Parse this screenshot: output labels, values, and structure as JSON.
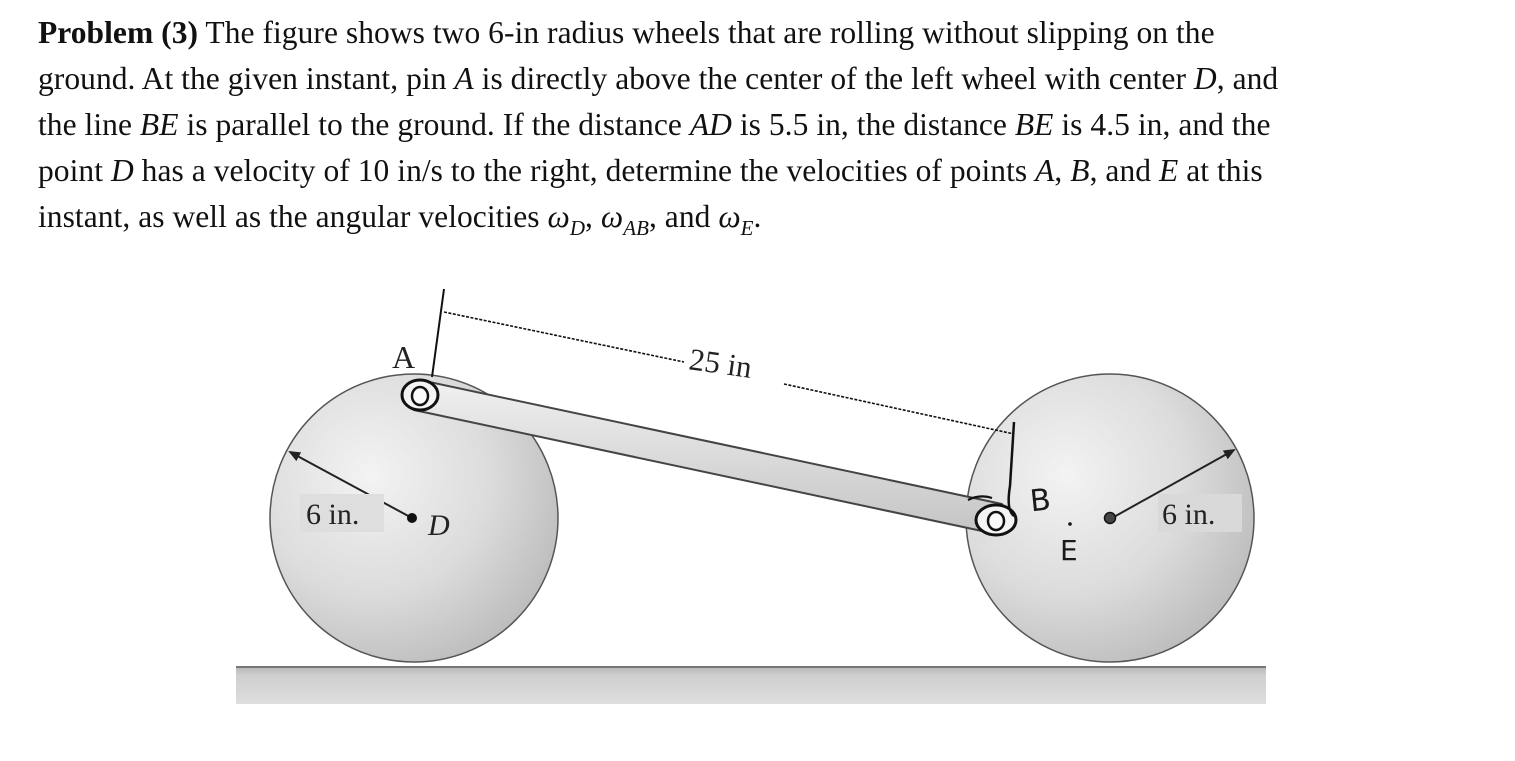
{
  "problem": {
    "heading": "Problem (3)",
    "lines": [
      [
        "The figure shows two 6-in radius wheels that are rolling without slipping on the"
      ],
      [
        "ground. At the given instant, pin ",
        "A",
        " is directly above the center of the left wheel with center ",
        "D",
        ", and"
      ],
      [
        "the line ",
        "BE",
        " is parallel to the ground. If the distance ",
        "AD",
        " is 5.5 in, the distance ",
        "BE",
        " is 4.5 in, and the"
      ],
      [
        "point ",
        "D",
        " has a velocity of 10 in/s to the right, determine the velocities ",
        "o",
        "f points ",
        "A",
        ", ",
        "B",
        ", and ",
        "E",
        " at this"
      ],
      [
        "instant, as well as the angular velocities "
      ]
    ],
    "omega_symbol": "ω",
    "omega_subs": [
      "D",
      "AB",
      "E"
    ],
    "sep1": ", ",
    "sep2": ", and ",
    "end": "."
  },
  "figure": {
    "label_A": "A",
    "label_D": "D",
    "label_B": "B",
    "label_E": "E",
    "length_label": "25 in",
    "left_radius_label": "6 in.",
    "right_radius_label": "6 in."
  }
}
